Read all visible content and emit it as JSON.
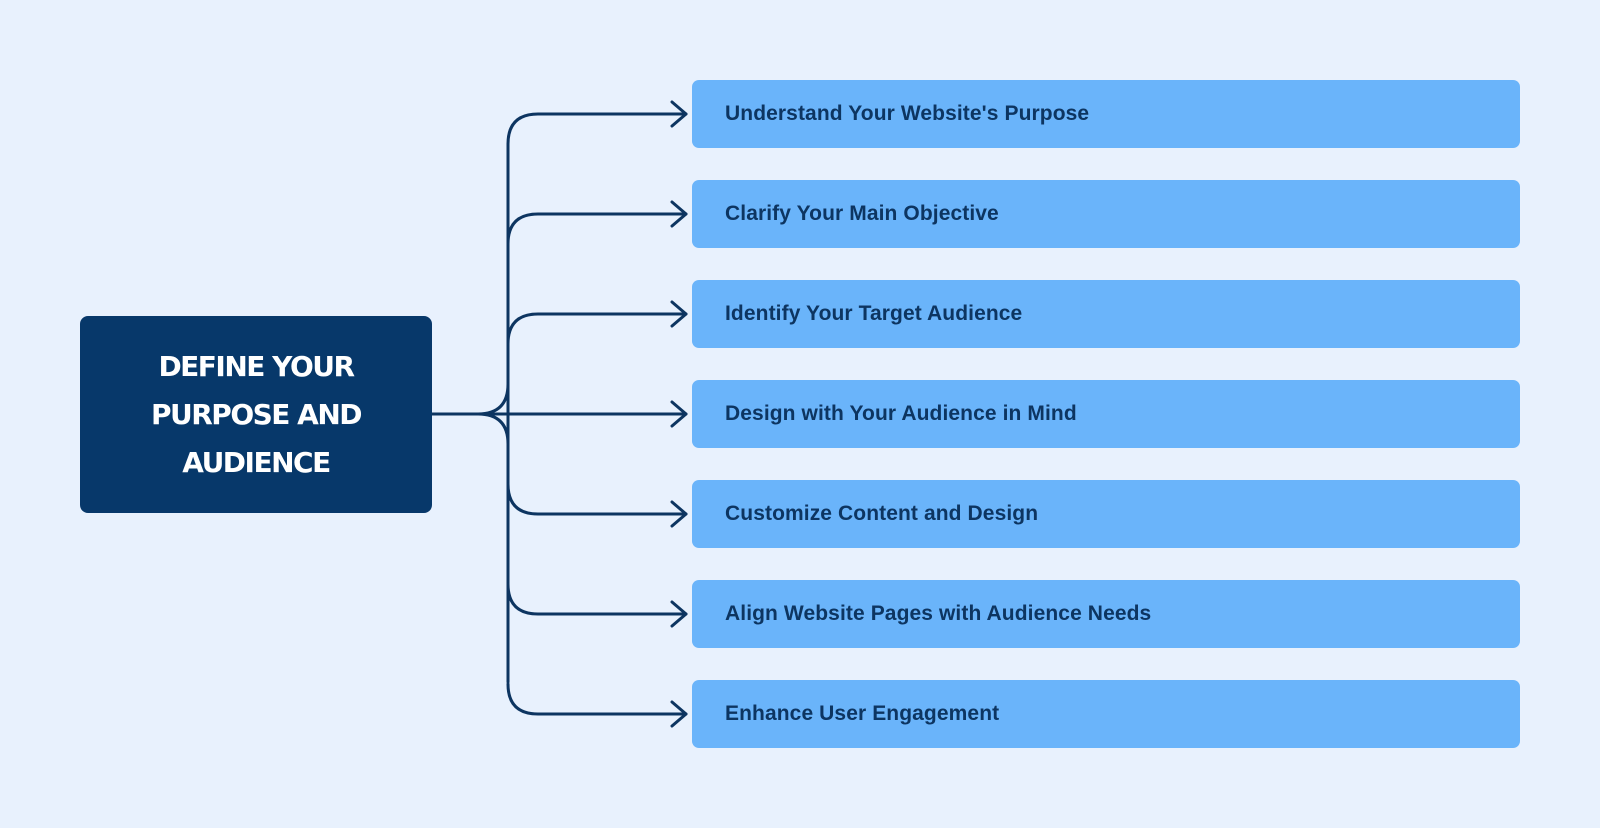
{
  "diagram": {
    "root": {
      "label": "DEFINE YOUR PURPOSE AND AUDIENCE"
    },
    "branches": [
      {
        "label": "Understand Your Website's Purpose"
      },
      {
        "label": "Clarify Your Main Objective"
      },
      {
        "label": "Identify Your Target Audience"
      },
      {
        "label": "Design with Your Audience in Mind"
      },
      {
        "label": "Customize Content and Design"
      },
      {
        "label": "Align Website Pages with Audience Needs"
      },
      {
        "label": "Enhance User Engagement"
      }
    ],
    "colors": {
      "background": "#e8f1fd",
      "root_fill": "#07386a",
      "root_text": "#ffffff",
      "branch_fill": "#6ab4fa",
      "branch_text": "#0d3561",
      "connector": "#0d3561"
    },
    "icons": {
      "arrow": "arrow-right-icon"
    }
  }
}
